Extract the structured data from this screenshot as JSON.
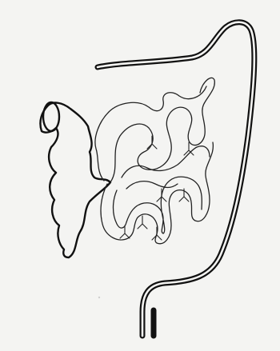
{
  "figure": {
    "description_visible_text": "",
    "colors": {
      "background": "#f4f4f2",
      "ink": "#111111"
    },
    "parts": [
      "large-intestine-tube",
      "small-intestine-loops",
      "cecum-pouch",
      "mesentery-marks"
    ]
  }
}
